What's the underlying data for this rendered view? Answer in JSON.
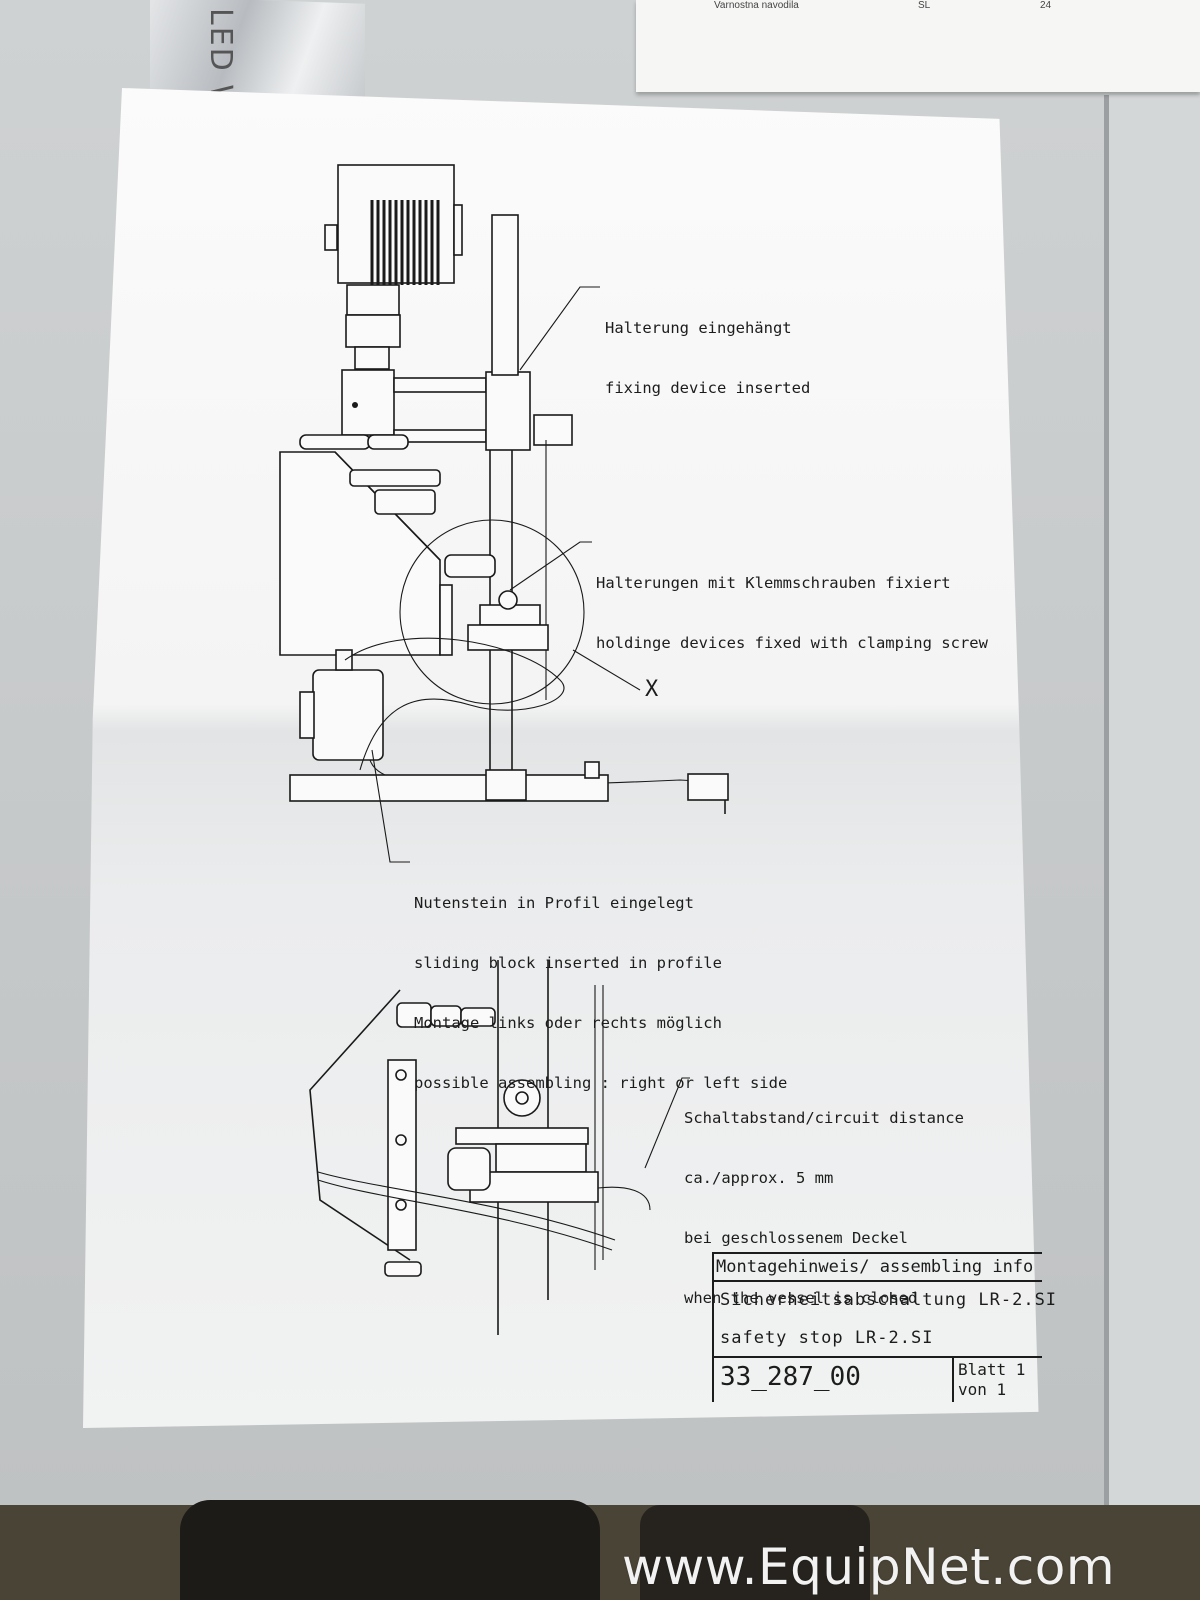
{
  "booklet_row": {
    "title": "Varnostna navodila",
    "lang": "SL",
    "page": "24"
  },
  "tape_label": "LED WA",
  "drawing": {
    "callouts": {
      "fixing": [
        "Halterung eingehängt",
        "fixing device inserted"
      ],
      "clamping": [
        "Halterungen mit Klemmschrauben fixiert",
        "holdinge devices fixed with clamping screw"
      ],
      "detail_marker": "X",
      "sliding_block": [
        "Nutenstein in Profil eingelegt",
        "sliding block inserted in profile",
        "Montage links oder rechts möglich",
        "possible assembling : right or left side"
      ],
      "circuit": [
        "Schaltabstand/circuit distance",
        "ca./approx. 5 mm",
        "bei geschlossenem Deckel",
        "when the vessel is closed"
      ]
    },
    "title_block": {
      "header": "Montagehinweis/ assembling info",
      "title_de": "Sicherheitsabschaltung LR-2.SI",
      "title_en": "safety stop LR-2.SI",
      "drawing_number": "33_287_00",
      "sheet_label": "Blatt 1",
      "sheet_of": "von 1"
    }
  },
  "watermark": "www.EquipNet.com"
}
